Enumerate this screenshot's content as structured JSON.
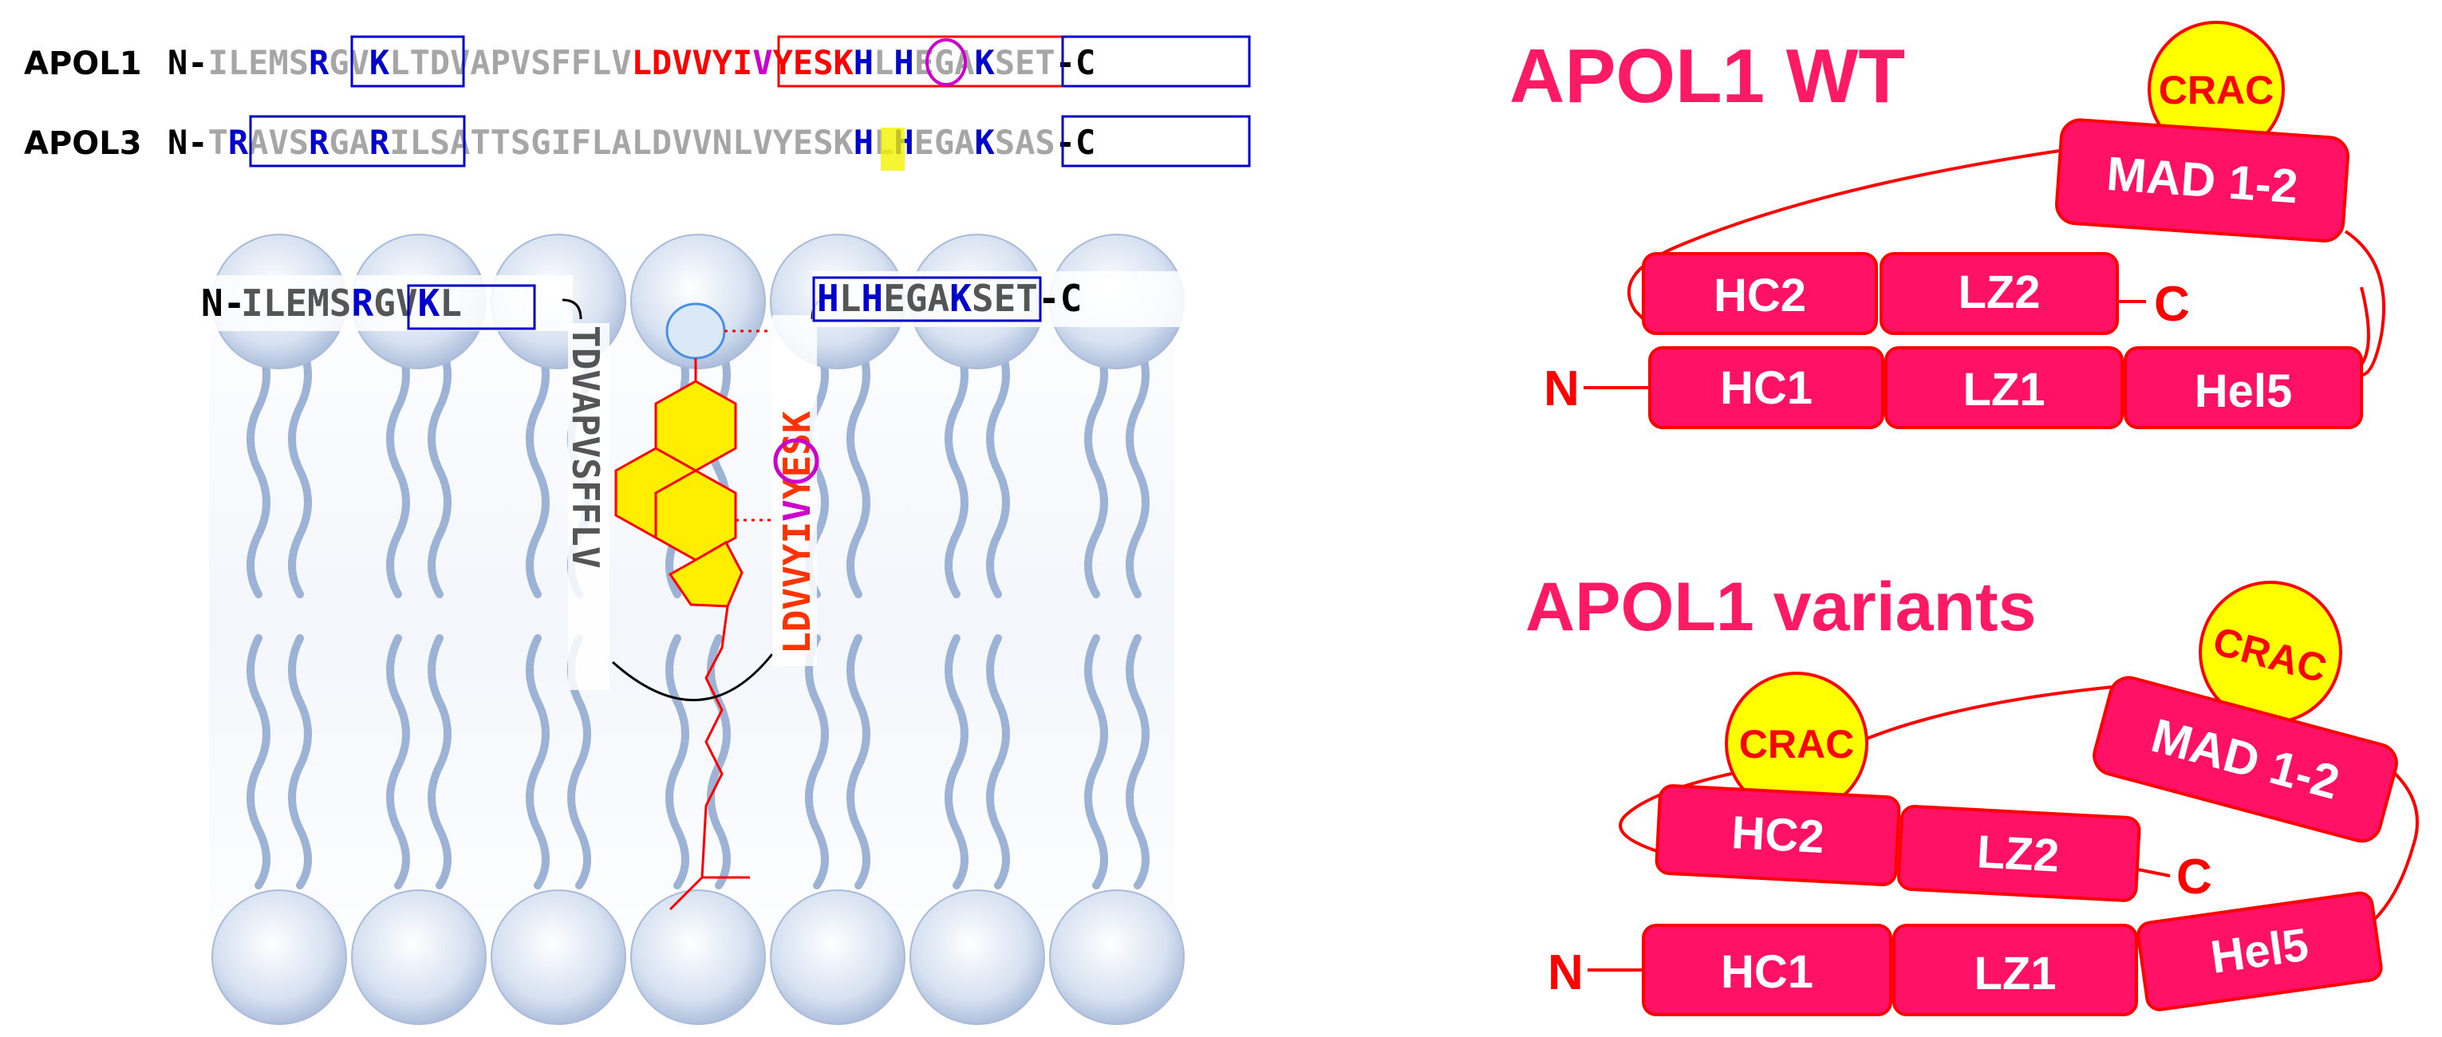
{
  "sequences": {
    "apol1": {
      "name": "APOL1",
      "n_term": "N-",
      "c_term": "-C",
      "segments": [
        {
          "t": "ILEMS",
          "c": "grey"
        },
        {
          "t": "R",
          "c": "blue"
        },
        {
          "t": "GV",
          "c": "grey"
        },
        {
          "t": "K",
          "c": "blue"
        },
        {
          "t": "LTDVAPVSFFLV",
          "c": "grey"
        },
        {
          "t": "LDVVYI",
          "c": "red"
        },
        {
          "t": "V",
          "c": "magenta"
        },
        {
          "t": "YESK",
          "c": "red"
        },
        {
          "t": "H",
          "c": "blue"
        },
        {
          "t": "L",
          "c": "grey"
        },
        {
          "t": "H",
          "c": "blue"
        },
        {
          "t": "EGA",
          "c": "grey"
        },
        {
          "t": "K",
          "c": "blue"
        },
        {
          "t": "SET",
          "c": "grey"
        }
      ]
    },
    "apol3": {
      "name": "APOL3",
      "n_term": "N-",
      "c_term": "-C",
      "segments": [
        {
          "t": "T",
          "c": "grey"
        },
        {
          "t": "R",
          "c": "blue"
        },
        {
          "t": "AVS",
          "c": "grey"
        },
        {
          "t": "R",
          "c": "blue"
        },
        {
          "t": "GA",
          "c": "grey"
        },
        {
          "t": "R",
          "c": "blue"
        },
        {
          "t": "ILSATTSGIFLALDVV",
          "c": "grey"
        },
        {
          "t": "N",
          "c": "grey"
        },
        {
          "t": "LVYESK",
          "c": "grey"
        },
        {
          "t": "H",
          "c": "blue"
        },
        {
          "t": "L",
          "c": "grey"
        },
        {
          "t": "H",
          "c": "blue"
        },
        {
          "t": "EGA",
          "c": "grey"
        },
        {
          "t": "K",
          "c": "blue"
        },
        {
          "t": "SAS",
          "c": "grey"
        }
      ]
    }
  },
  "membrane": {
    "top_left": {
      "n_term": "N-",
      "plain": "ILEMS",
      "boxed_pre": "R",
      "boxed_mid": "GV",
      "boxed_post": "K",
      "tail": "L"
    },
    "top_right": {
      "h1": "H",
      "l": "L",
      "h2": "H",
      "ega": "EGA",
      "k": "K",
      "tail": "SET",
      "c_term": "-C"
    },
    "down_strand": "TDVAPVSFFLV",
    "up_strand_pre": "LDVVYI",
    "up_strand_v": "V",
    "up_strand_post": "YESK"
  },
  "wt_panel": {
    "title": "APOL1 WT",
    "crac": "CRAC",
    "mad": "MAD 1-2",
    "hc2": "HC2",
    "lz2": "LZ2",
    "hc1": "HC1",
    "lz1": "LZ1",
    "hel5": "Hel5",
    "n_label": "N",
    "c_label": "C"
  },
  "variants_panel": {
    "title": "APOL1 variants",
    "crac_a": "CRAC",
    "crac_b": "CRAC",
    "mad": "MAD 1-2",
    "hc2": "HC2",
    "lz2": "LZ2",
    "hc1": "HC1",
    "lz1": "LZ1",
    "hel5": "Hel5",
    "n_label": "N",
    "c_label": "C"
  },
  "colors": {
    "grey": "#a6a6a6",
    "blue": "#0000cc",
    "red": "#ff0000",
    "magenta": "#cc00cc",
    "pink": "#ff0066",
    "block_stroke": "#ff0000",
    "crac_fill": "#ffff00",
    "highlight": "#f2f200",
    "sterol": "#ffee00",
    "lipid_line": "#9db3d6",
    "head": "#dbe5f3"
  }
}
